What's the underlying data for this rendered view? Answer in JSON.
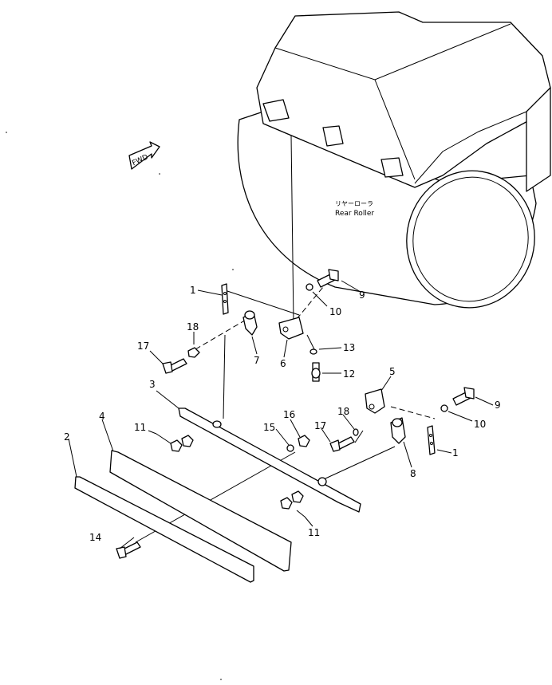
{
  "fwd_label": "FWD",
  "roller_label_jp": "リヤーローラ",
  "roller_label_en": "Rear Roller",
  "callouts": {
    "c1a": "1",
    "c1b": "1",
    "c2": "2",
    "c3": "3",
    "c4": "4",
    "c5": "5",
    "c6": "6",
    "c7": "7",
    "c8": "8",
    "c9a": "9",
    "c9b": "9",
    "c10a": "10",
    "c10b": "10",
    "c11a": "11",
    "c11b": "11",
    "c12": "12",
    "c13": "13",
    "c14": "14",
    "c15": "15",
    "c16": "16",
    "c17a": "17",
    "c17b": "17",
    "c18a": "18",
    "c18b": "18"
  },
  "colors": {
    "ink": "#000000",
    "paper": "#ffffff"
  }
}
